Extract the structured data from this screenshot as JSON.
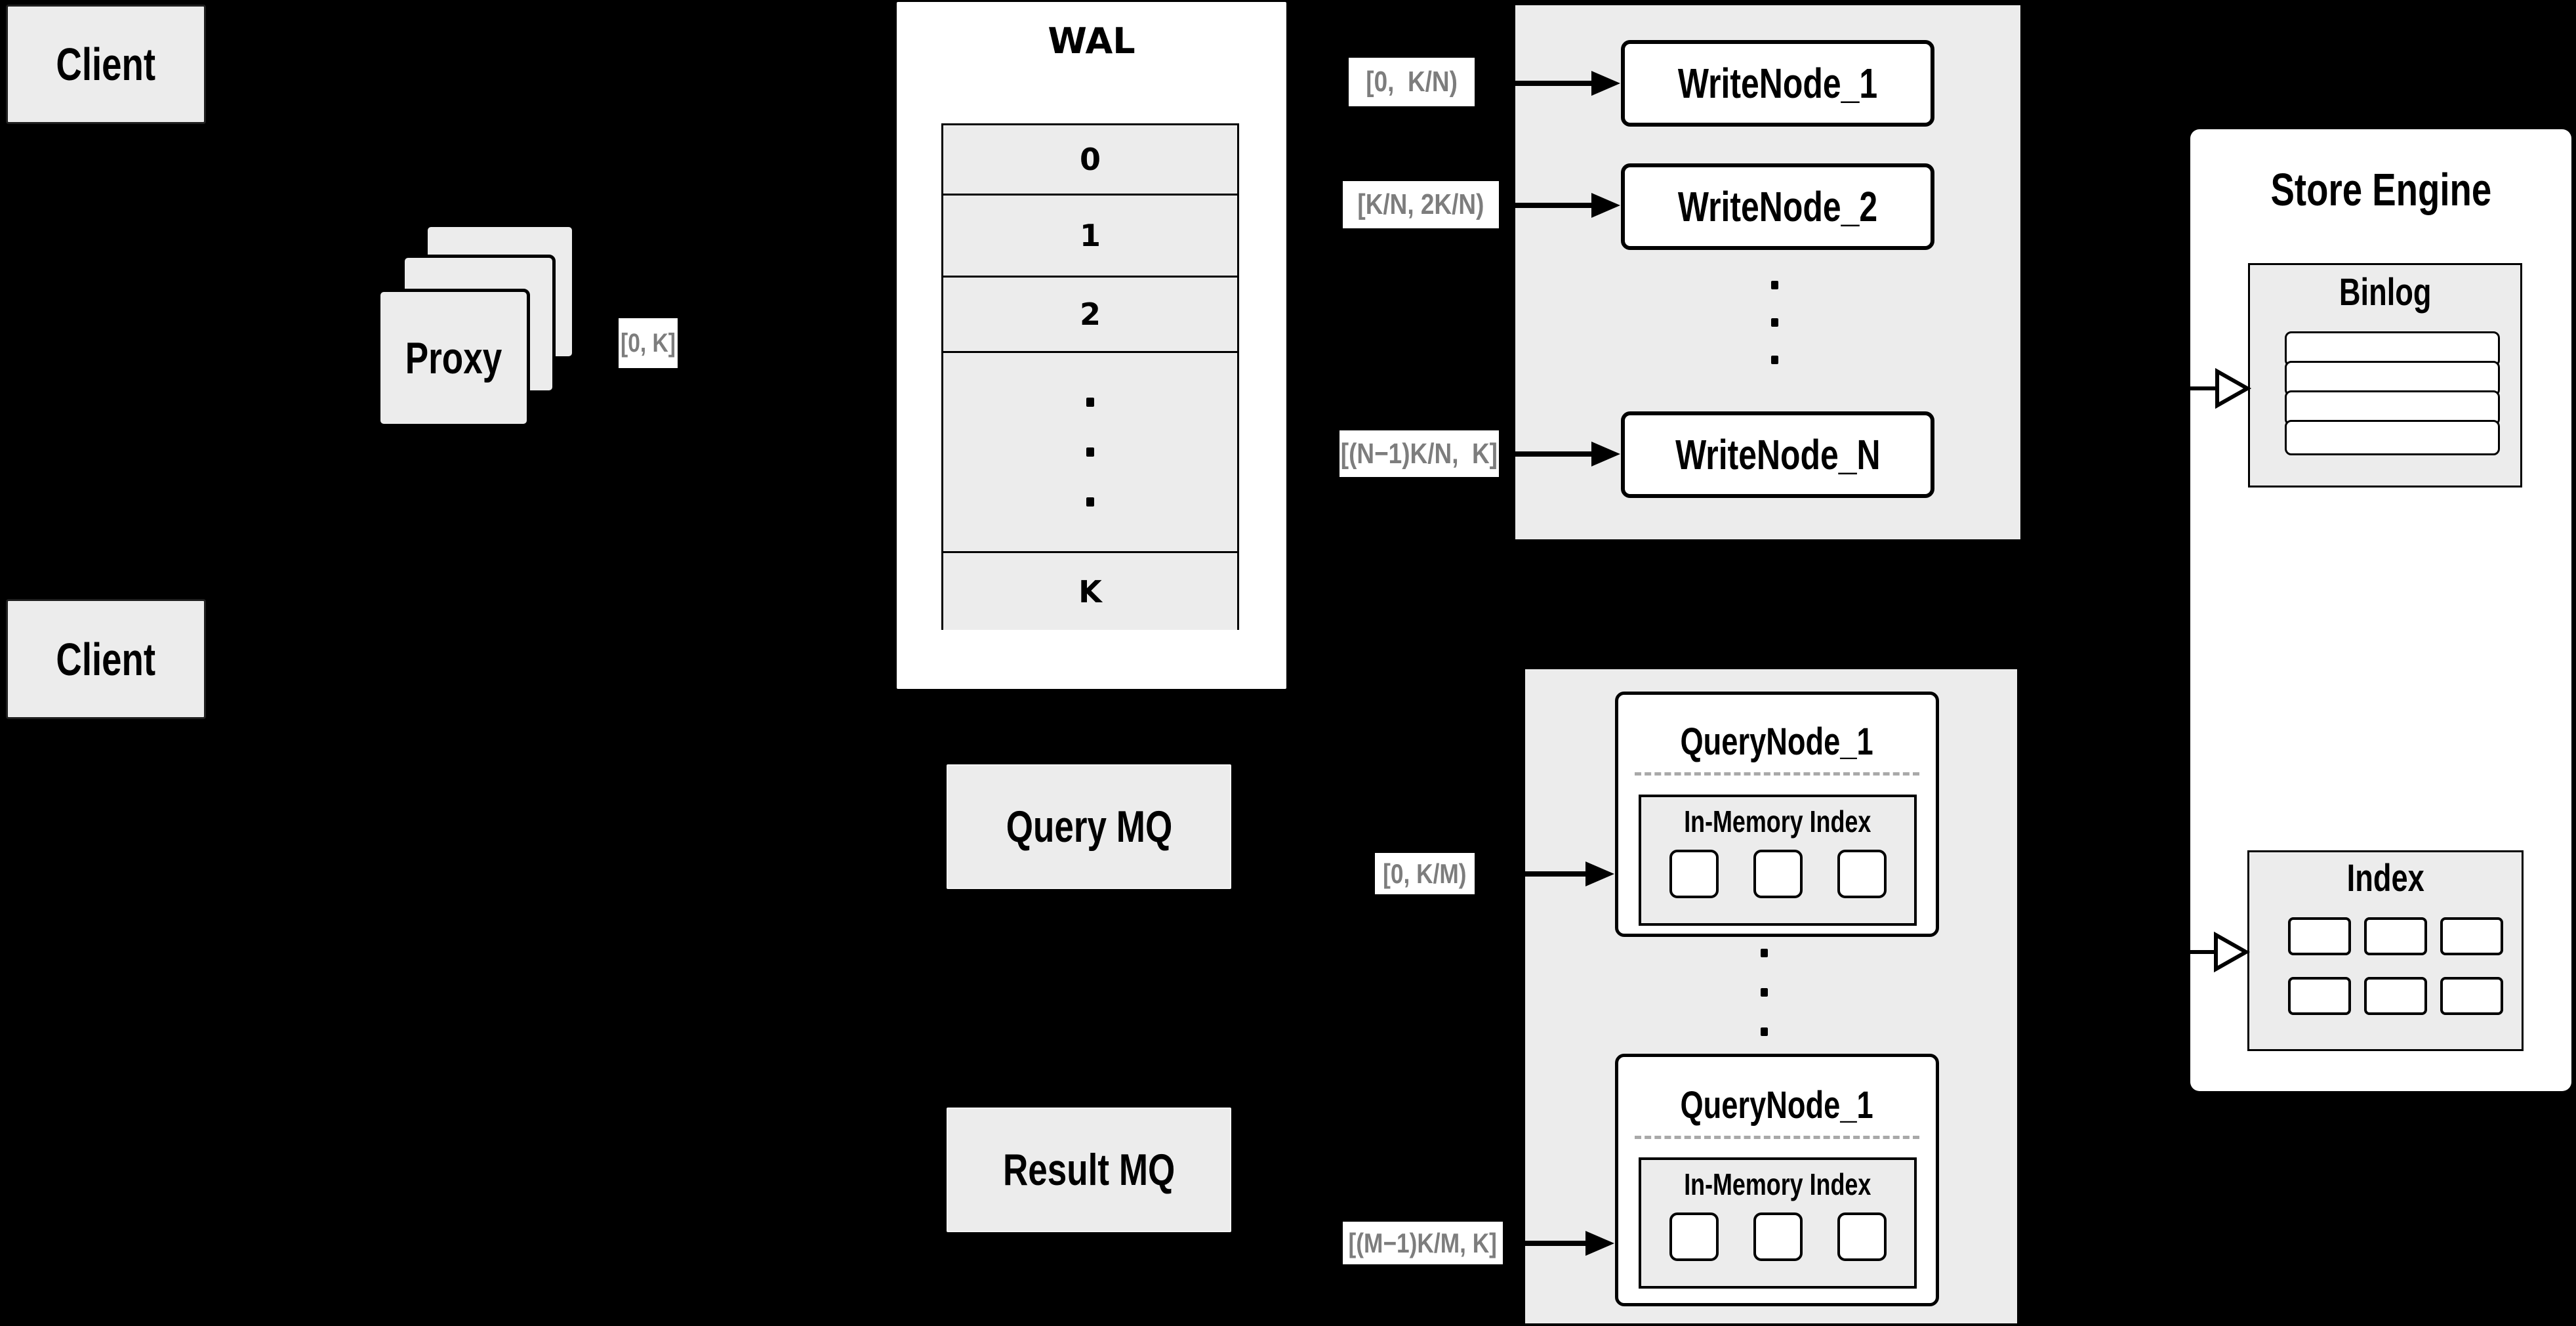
{
  "diagram": {
    "clients": {
      "top": "Client",
      "bottom": "Client"
    },
    "proxy": {
      "label": "Proxy",
      "range_label": "[0, K]"
    },
    "wal": {
      "title": "WAL",
      "rows": [
        "0",
        "1",
        "2",
        "K"
      ]
    },
    "write_group": {
      "ranges": [
        "[0,  K/N)",
        "[K/N, 2K/N)",
        "[(N−1)K/N,  K]"
      ],
      "nodes": [
        "WriteNode_1",
        "WriteNode_2",
        "WriteNode_N"
      ]
    },
    "mq": {
      "query": "Query MQ",
      "result": "Result MQ"
    },
    "query_group": {
      "ranges": [
        "[0, K/M)",
        "[(M−1)K/M, K]"
      ],
      "nodes": [
        {
          "title": "QueryNode_1",
          "inner_title": "In-Memory Index"
        },
        {
          "title": "QueryNode_1",
          "inner_title": "In-Memory Index"
        }
      ]
    },
    "store_engine": {
      "title": "Store Engine",
      "binlog_title": "Binlog",
      "index_title": "Index"
    },
    "colors": {
      "background": "#000000",
      "panel_gray": "#ececec",
      "box_white": "#ffffff",
      "line_black": "#000000",
      "muted_label_text": "#7d7d7d"
    }
  }
}
